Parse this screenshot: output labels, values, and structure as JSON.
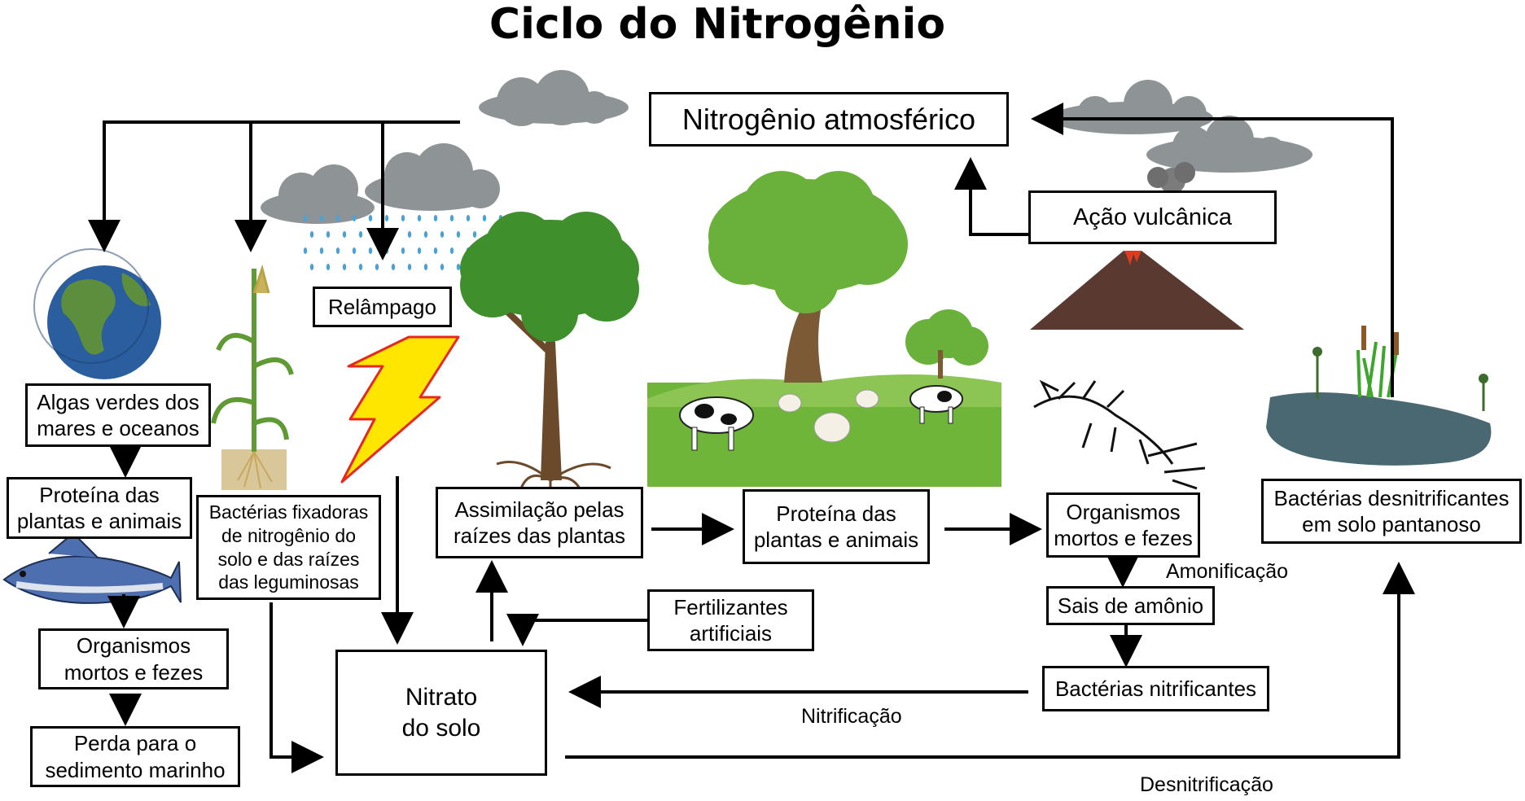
{
  "title": "Ciclo do Nitrogênio",
  "nodes": {
    "atmospheric": "Nitrogênio atmosférico",
    "volcanic": "Ação vulcânica",
    "lightning": "Relâmpago",
    "algae": "Algas verdes dos\nmares e oceanos",
    "protein_marine": "Proteína das\nplantas e animais",
    "dead_marine": "Organismos\nmortos e fezes",
    "sediment": "Perda para o\nsedimento marinho",
    "fixing_bacteria": "Bactérias fixadoras\nde nitrogênio do\nsolo e das raízes\ndas leguminosas",
    "assimilation": "Assimilação pelas\nraízes das plantas",
    "protein_land": "Proteína das\nplantas e animais",
    "dead_land": "Organismos\nmortos e fezes",
    "ammonium": "Sais de amônio",
    "nitrifying": "Bactérias nitrificantes",
    "fertilizers": "Fertilizantes\nartificiais",
    "soil_nitrate": "Nitrato\ndo solo",
    "denitrifying": "Bactérias desnitrificantes\nem solo pantanoso"
  },
  "process_labels": {
    "ammonification": "Amonificação",
    "nitrification": "Nitrificação",
    "denitrification": "Desnitrificação"
  },
  "illustrations": [
    "cloud-icon",
    "rain-cloud-icon",
    "earth-globe-icon",
    "corn-plant-icon",
    "lightning-bolt-icon",
    "tree-with-roots-icon",
    "pasture-scene-icon",
    "volcano-icon",
    "decaying-organism-icon",
    "fish-icon",
    "swamp-icon"
  ],
  "colors": {
    "cloud": "#8e9496",
    "rain": "#4aa3d8",
    "bolt": "#ffe600",
    "bolt_outline": "#e8281e",
    "volcano": "#5a3a30",
    "lava": "#e03b1e",
    "tree_leaf": "#3f8f2c",
    "grass": "#6fb53a",
    "trunk": "#6b4a2b",
    "swamp": "#4a6872",
    "ocean": "#2a5e9e",
    "land_globe": "#5c8e3e",
    "fish": "#4d6fb0"
  }
}
